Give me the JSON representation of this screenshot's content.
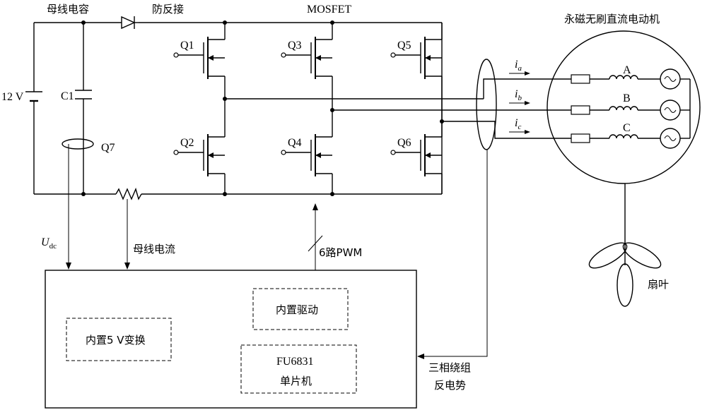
{
  "labels": {
    "bus_cap": "母线电容",
    "reverse_protect": "防反接",
    "mosfet": "MOSFET",
    "motor": "永磁无刷直流电动机",
    "battery": "12 V",
    "c1": "C1",
    "q7": "Q7",
    "fan": "扇叶",
    "bus_current": "母线电流",
    "pwm": "6路PWM",
    "bemf_line1": "三相绕组",
    "bemf_line2": "反电势",
    "udc_main": "U",
    "udc_sub": "dc"
  },
  "transistors": [
    "Q1",
    "Q3",
    "Q5",
    "Q2",
    "Q4",
    "Q6"
  ],
  "phases": [
    {
      "winding": "A",
      "current": "i",
      "sub": "a"
    },
    {
      "winding": "B",
      "current": "i",
      "sub": "b"
    },
    {
      "winding": "C",
      "current": "i",
      "sub": "c"
    }
  ],
  "controller": {
    "power_block": "内置5 V变换",
    "driver_block": "内置驱动",
    "mcu_line1": "FU6831",
    "mcu_line2": "单片机"
  }
}
